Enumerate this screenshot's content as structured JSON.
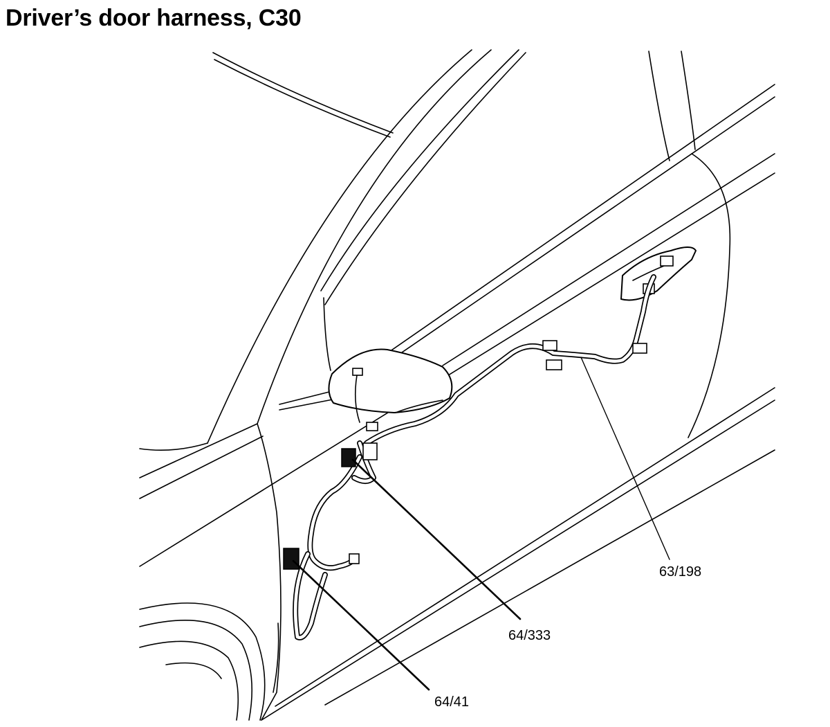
{
  "title": "Driver’s door harness, C30",
  "callouts": [
    {
      "id": "c1",
      "label": "63/198"
    },
    {
      "id": "c2",
      "label": "64/333"
    },
    {
      "id": "c3",
      "label": "64/41"
    }
  ]
}
